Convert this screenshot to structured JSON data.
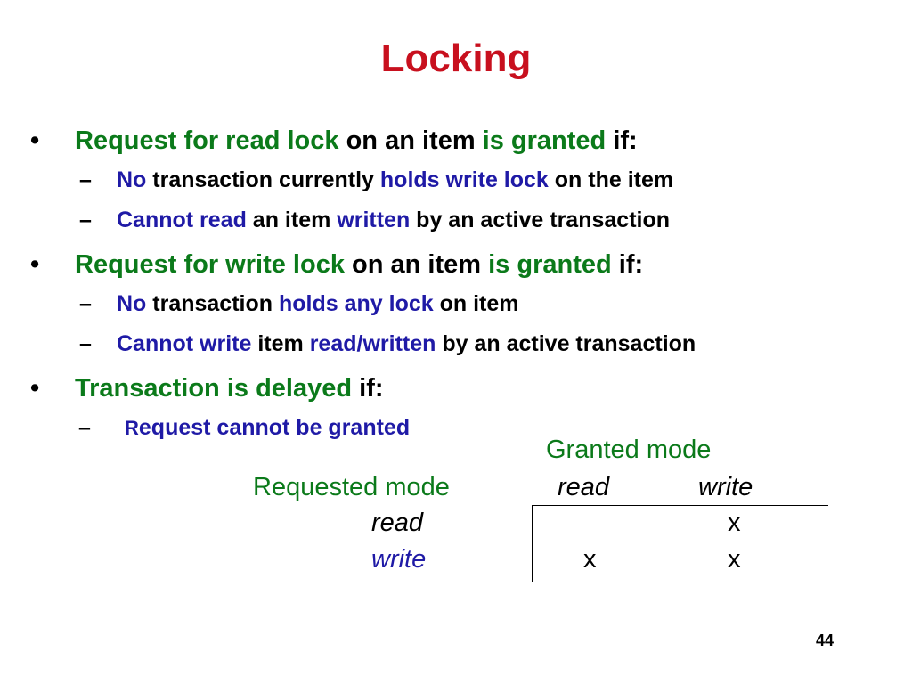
{
  "slide": {
    "title": "Locking",
    "title_color": "#c8101e",
    "page_number": "44",
    "bullets": {
      "b1": {
        "marker": "•",
        "parts": [
          "Request for read lock",
          " on an item ",
          "is granted",
          " if:"
        ],
        "subs": [
          {
            "marker": "–",
            "parts": [
              "No",
              " transaction currently ",
              "holds write lock",
              " on the item"
            ]
          },
          {
            "marker": "–",
            "parts": [
              "Cannot read",
              " an item ",
              "written",
              " by an active transaction"
            ]
          }
        ]
      },
      "b2": {
        "marker": "•",
        "parts": [
          "Request for write lock",
          " on an item ",
          "is granted",
          " if:"
        ],
        "subs": [
          {
            "marker": "–",
            "parts": [
              "No",
              " transaction ",
              "holds any lock",
              " on item"
            ]
          },
          {
            "marker": "–",
            "parts": [
              "Cannot write",
              " item ",
              "read/written",
              " by an active transaction"
            ]
          }
        ]
      },
      "b3": {
        "marker": "•",
        "parts": [
          "Transaction is delayed",
          " if:"
        ],
        "subs": [
          {
            "marker": "–",
            "parts": [
              "R",
              "equest cannot be granted"
            ]
          }
        ]
      }
    },
    "table": {
      "granted_header": "Granted mode",
      "requested_header": "Requested mode",
      "col_read": "read",
      "col_write": "write",
      "row_read": "read",
      "row_write": "write",
      "cell_read_read": "",
      "cell_read_write": "x",
      "cell_write_read": "x",
      "cell_write_write": "x"
    }
  }
}
